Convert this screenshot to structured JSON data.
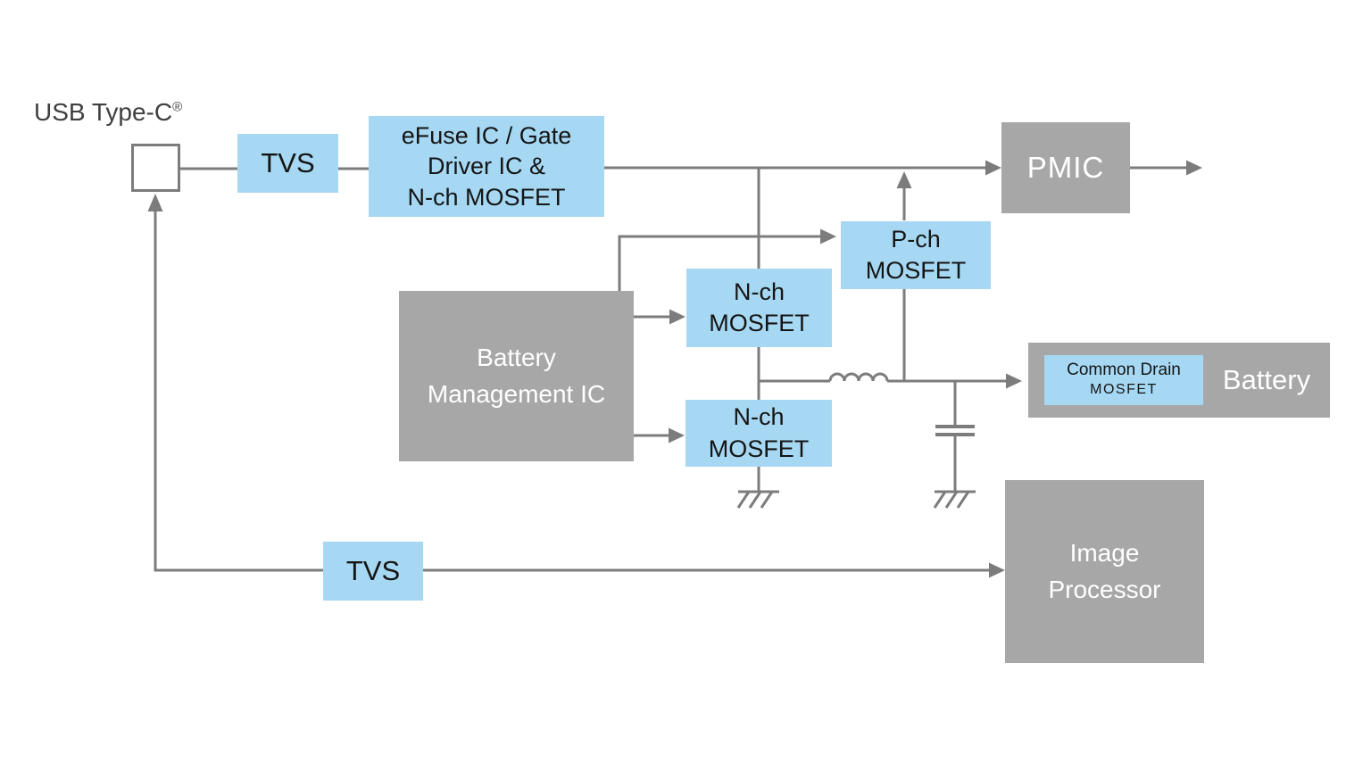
{
  "diagram": {
    "colors": {
      "block_blue": "#A6D8F3",
      "block_gray": "#A7A7A7",
      "line": "#7C7C7C",
      "text_dark": "#151515",
      "text_light": "#FFFFFF",
      "label_gray": "#3F3F3F",
      "background": "#FFFFFF"
    },
    "nodes": {
      "usb": {
        "label": "USB Type-C",
        "registered_mark": "®"
      },
      "tvs_top": {
        "label": "TVS"
      },
      "efuse": {
        "label": "eFuse IC / Gate\nDriver IC &\nN-ch MOSFET"
      },
      "pmic": {
        "label": "PMIC"
      },
      "pch_mosfet": {
        "label": "P-ch\nMOSFET"
      },
      "nch_mosfet_high": {
        "label": "N-ch\nMOSFET"
      },
      "nch_mosfet_low": {
        "label": "N-ch\nMOSFET"
      },
      "battery_management_ic": {
        "label": "Battery\nManagement IC"
      },
      "common_drain_mosfet": {
        "label_line1": "Common Drain",
        "label_line2": "MOSFET"
      },
      "battery": {
        "label": "Battery"
      },
      "image_processor": {
        "label": "Image\nProcessor"
      },
      "tvs_bottom": {
        "label": "TVS"
      }
    }
  }
}
